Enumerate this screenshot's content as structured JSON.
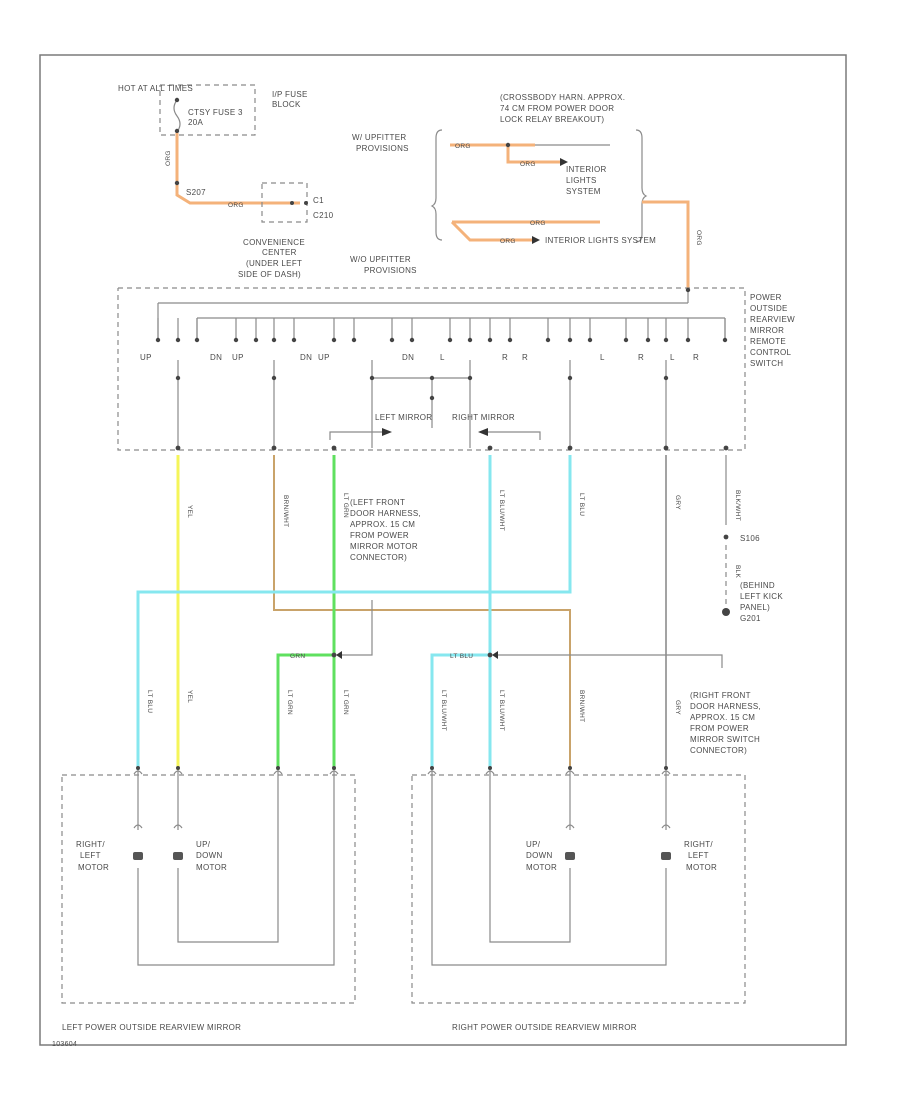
{
  "fuse_block": {
    "hot_label": "HOT AT ALL TIMES",
    "fuse_name": "CTSY FUSE 3",
    "fuse_rating": "20A",
    "block_name": "I/P FUSE",
    "block_name2": "BLOCK",
    "wire_color": "ORG",
    "circuit": "S207",
    "connector": "C1",
    "connector2": "C210"
  },
  "convenience_center": {
    "line1": "CONVENIENCE",
    "line2": "CENTER",
    "line3": "(UNDER LEFT",
    "line4": "SIDE OF DASH)"
  },
  "upfitter": {
    "top_label_line1": "W/ UPFITTER",
    "top_label_line2": "PROVISIONS",
    "bottom_label_line1": "W/O UPFITTER",
    "bottom_label_line2": "PROVISIONS",
    "crossbody_line1": "(CROSSBODY HARN. APPROX.",
    "crossbody_line2": "74 CM FROM POWER DOOR",
    "crossbody_line3": "LOCK RELAY BREAKOUT)",
    "interior1_line1": "INTERIOR",
    "interior1_line2": "LIGHTS",
    "interior1_line3": "SYSTEM",
    "interior2": "INTERIOR LIGHTS SYSTEM",
    "wire_org": "ORG"
  },
  "switch": {
    "title_line1": "POWER",
    "title_line2": "OUTSIDE",
    "title_line3": "REARVIEW",
    "title_line4": "MIRROR",
    "title_line5": "REMOTE",
    "title_line6": "CONTROL",
    "title_line7": "SWITCH",
    "positions": [
      "UP",
      "DN",
      "UP",
      "DN",
      "UP",
      "DN",
      "L",
      "R",
      "R",
      "L",
      "R",
      "L",
      "R"
    ],
    "left_mirror": "LEFT MIRROR",
    "right_mirror": "RIGHT MIRROR"
  },
  "wires": {
    "yel": "YEL",
    "brn_wht": "BRN/WHT",
    "lt_grn": "LT GRN",
    "lt_blu_wht": "LT BLU/WHT",
    "lt_blu": "LT BLU",
    "gry": "GRY",
    "blk_wht": "BLK/WHT",
    "blk": "BLK",
    "dk_grn": "GRN",
    "lt_blu_short": "LT BLU",
    "splice": "S106",
    "ground_line1": "(BEHIND",
    "ground_line2": "LEFT KICK",
    "ground_line3": "PANEL)",
    "ground_id": "G201"
  },
  "left_harness": {
    "line1": "(LEFT FRONT",
    "line2": "DOOR HARNESS,",
    "line3": "APPROX. 15 CM",
    "line4": "FROM POWER",
    "line5": "MIRROR MOTOR",
    "line6": "CONNECTOR)"
  },
  "right_harness": {
    "line1": "(RIGHT FRONT",
    "line2": "DOOR HARNESS,",
    "line3": "APPROX. 15 CM",
    "line4": "FROM POWER",
    "line5": "MIRROR SWITCH",
    "line6": "CONNECTOR)"
  },
  "left_mirror": {
    "title": "LEFT POWER OUTSIDE REARVIEW MIRROR",
    "motor1_line1": "RIGHT/",
    "motor1_line2": "LEFT",
    "motor1_line3": "MOTOR",
    "motor2_line1": "UP/",
    "motor2_line2": "DOWN",
    "motor2_line3": "MOTOR"
  },
  "right_mirror": {
    "title": "RIGHT POWER OUTSIDE REARVIEW MIRROR",
    "motor1_line1": "UP/",
    "motor1_line2": "DOWN",
    "motor1_line3": "MOTOR",
    "motor2_line1": "RIGHT/",
    "motor2_line2": "LEFT",
    "motor2_line3": "MOTOR"
  },
  "footer_code": "103604"
}
